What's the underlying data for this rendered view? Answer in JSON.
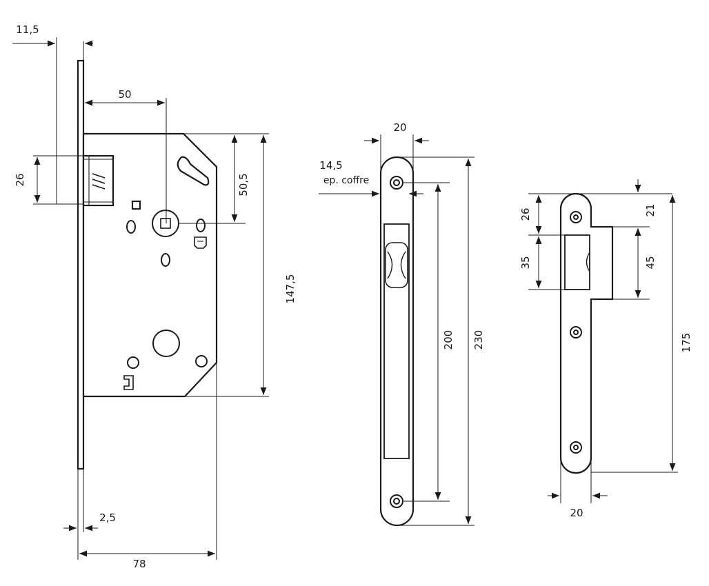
{
  "colors": {
    "ink": "#1a1a1a",
    "paper": "#ffffff"
  },
  "lock_body": {
    "dim_backset_offset": "11,5",
    "dim_backset": "50",
    "dim_latch_height": "26",
    "dim_spindle_to_top": "50,5",
    "dim_case_height": "147,5",
    "dim_faceplate_thickness": "2,5",
    "dim_total_depth": "78"
  },
  "faceplate": {
    "dim_width": "20",
    "dim_case_thickness": "14,5",
    "dim_case_thickness_note": "ep. coffre",
    "dim_screw_spacing": "200",
    "dim_height": "230"
  },
  "strike_plate": {
    "dim_top_to_opening": "26",
    "dim_opening_height": "35",
    "dim_top_to_lip": "21",
    "dim_lip_height": "45",
    "dim_screw_spacing": "175",
    "dim_width": "20"
  }
}
